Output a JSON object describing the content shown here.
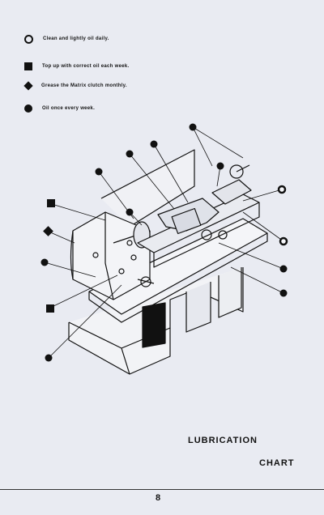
{
  "legend": [
    {
      "symbol": "ring-icon",
      "text": "Clean and lightly oil daily."
    },
    {
      "symbol": "square-icon",
      "text": "Top up with correct oil each week."
    },
    {
      "symbol": "diamond-icon",
      "text": "Grease the Matrix clutch monthly."
    },
    {
      "symbol": "dot-icon",
      "text": "Oil once every week."
    }
  ],
  "title": {
    "line1": "LUBRICATION",
    "line2": "CHART"
  },
  "page_number": "8"
}
